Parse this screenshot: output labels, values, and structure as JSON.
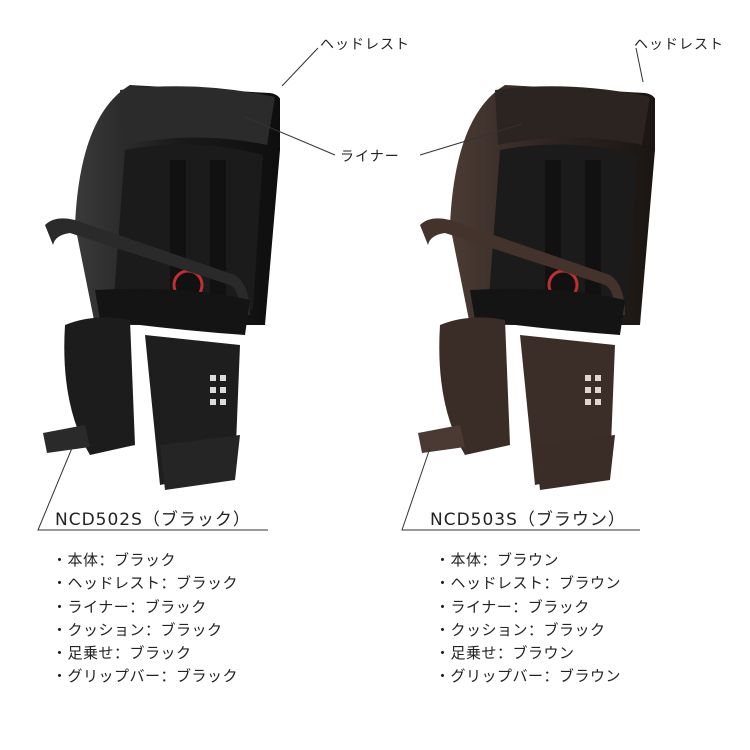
{
  "callouts": {
    "headrest": "ヘッドレスト",
    "liner": "ライナー"
  },
  "products": [
    {
      "model": "NCD502S（ブラック）",
      "specs": [
        "・本体：ブラック",
        "・ヘッドレスト：ブラック",
        "・ライナー：ブラック",
        "・クッション：ブラック",
        "・足乗せ：ブラック",
        "・グリップバー：ブラック"
      ],
      "colors": {
        "body": "#1e1e1e",
        "headrest": "#262626",
        "liner": "#181818",
        "cushion": "#151515",
        "footrest": "#222222",
        "grip_bar": "#2a2a2a"
      }
    },
    {
      "model": "NCD503S（ブラウン）",
      "specs": [
        "・本体：ブラウン",
        "・ヘッドレスト：ブラウン",
        "・ライナー：ブラック",
        "・クッション：ブラック",
        "・足乗せ：ブラウン",
        "・グリップバー：ブラウン"
      ],
      "colors": {
        "body": "#3b2e29",
        "headrest": "#2c2420",
        "liner": "#181818",
        "cushion": "#151515",
        "footrest": "#3a2d27",
        "grip_bar": "#43332c"
      }
    }
  ]
}
